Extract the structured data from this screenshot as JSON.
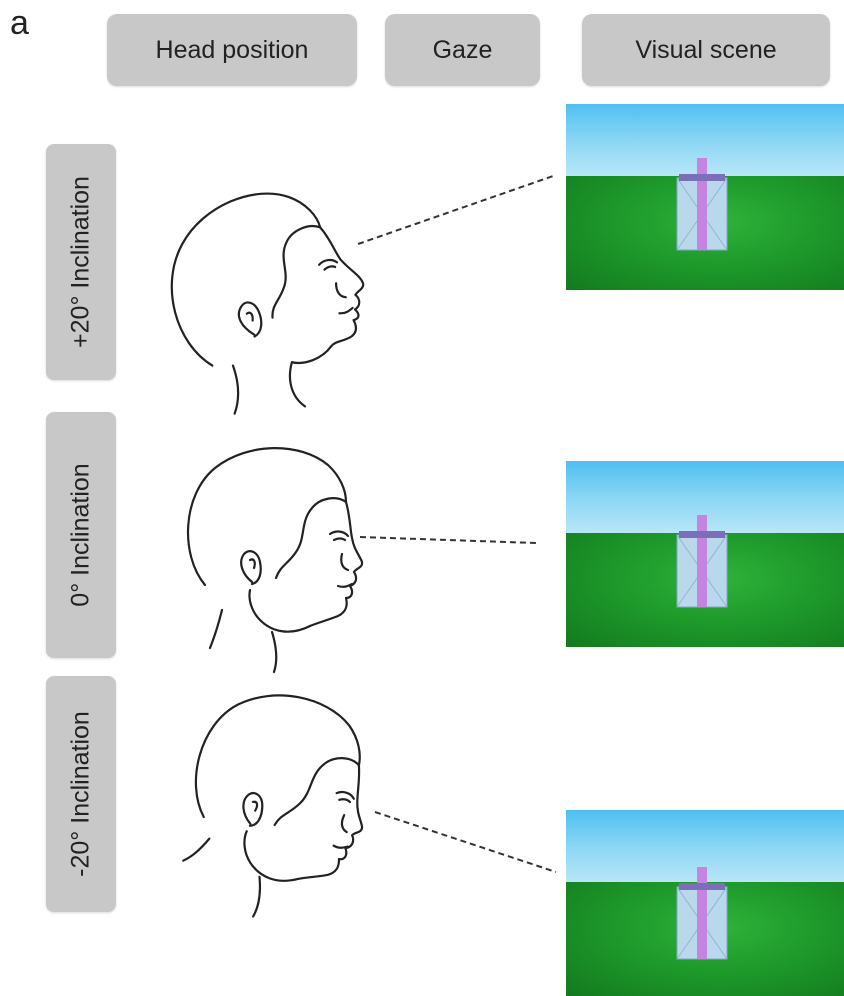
{
  "panel_letter": "a",
  "headers": {
    "head_position": "Head position",
    "gaze": "Gaze",
    "visual_scene": "Visual scene"
  },
  "rows": [
    {
      "label": "+20° Inclination"
    },
    {
      "label": "0° Inclination"
    },
    {
      "label": "-20° Inclination"
    }
  ],
  "colors": {
    "label_box": "#c8c8c8",
    "sky": "#6ccbf2",
    "ground": "#1f9a2c",
    "object_body": "#b9d8ec",
    "object_cross": "#c484e0"
  },
  "icons": {
    "head": "human-head-profile-icon",
    "scene_object": "gift-box-icon"
  }
}
